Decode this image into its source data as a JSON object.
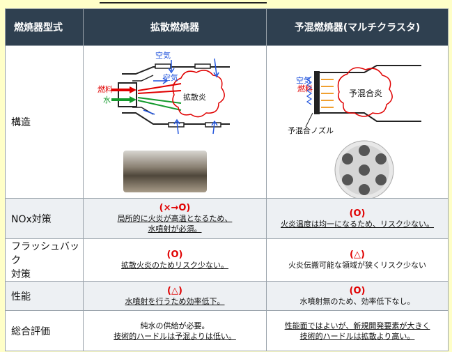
{
  "header": {
    "type_col": "燃焼器型式",
    "diffusion_col": "拡散燃焼器",
    "premixed_col": "予混燃焼器(マルチクラスタ)"
  },
  "rows": {
    "structure": {
      "label": "構造",
      "diffusion_diagram": {
        "air_top": "空気",
        "air_mid": "空気",
        "fuel": "燃料",
        "water": "水",
        "flame": "拡散炎"
      },
      "premixed_diagram": {
        "air": "空気",
        "fuel": "燃料",
        "flame": "予混合炎",
        "nozzle": "予混合ノズル"
      }
    },
    "nox": {
      "label": "NOx対策",
      "diffusion_mark": "(×→O)",
      "diffusion_line1": "局所的に火炎が高温となるため、",
      "diffusion_line2": "水噴射が必須。",
      "premixed_mark": "(O)",
      "premixed_line1": "火炎温度は均一になるため、リスク少ない。"
    },
    "flashback": {
      "label_line1": "フラッシュバック",
      "label_line2": "対策",
      "diffusion_mark": "(O)",
      "diffusion_line1": "拡散火炎のためリスク少ない。",
      "premixed_mark": "(△)",
      "premixed_line1": "火炎伝搬可能な領域が狭くリスク少ない"
    },
    "performance": {
      "label": "性能",
      "diffusion_mark": "(△)",
      "diffusion_line1": "水噴射を行うため効率低下。",
      "premixed_mark": "(O)",
      "premixed_line1": "水噴射無のため、効率低下なし。"
    },
    "overall": {
      "label": "総合評価",
      "diffusion_line1": "純水の供給が必要。",
      "diffusion_line2": "技術的ハードルは予混よりは低い。",
      "premixed_line1": "性能面ではよいが、新規開発要素が大きく",
      "premixed_line2": "技術的ハードルは拡散より高い。"
    }
  }
}
